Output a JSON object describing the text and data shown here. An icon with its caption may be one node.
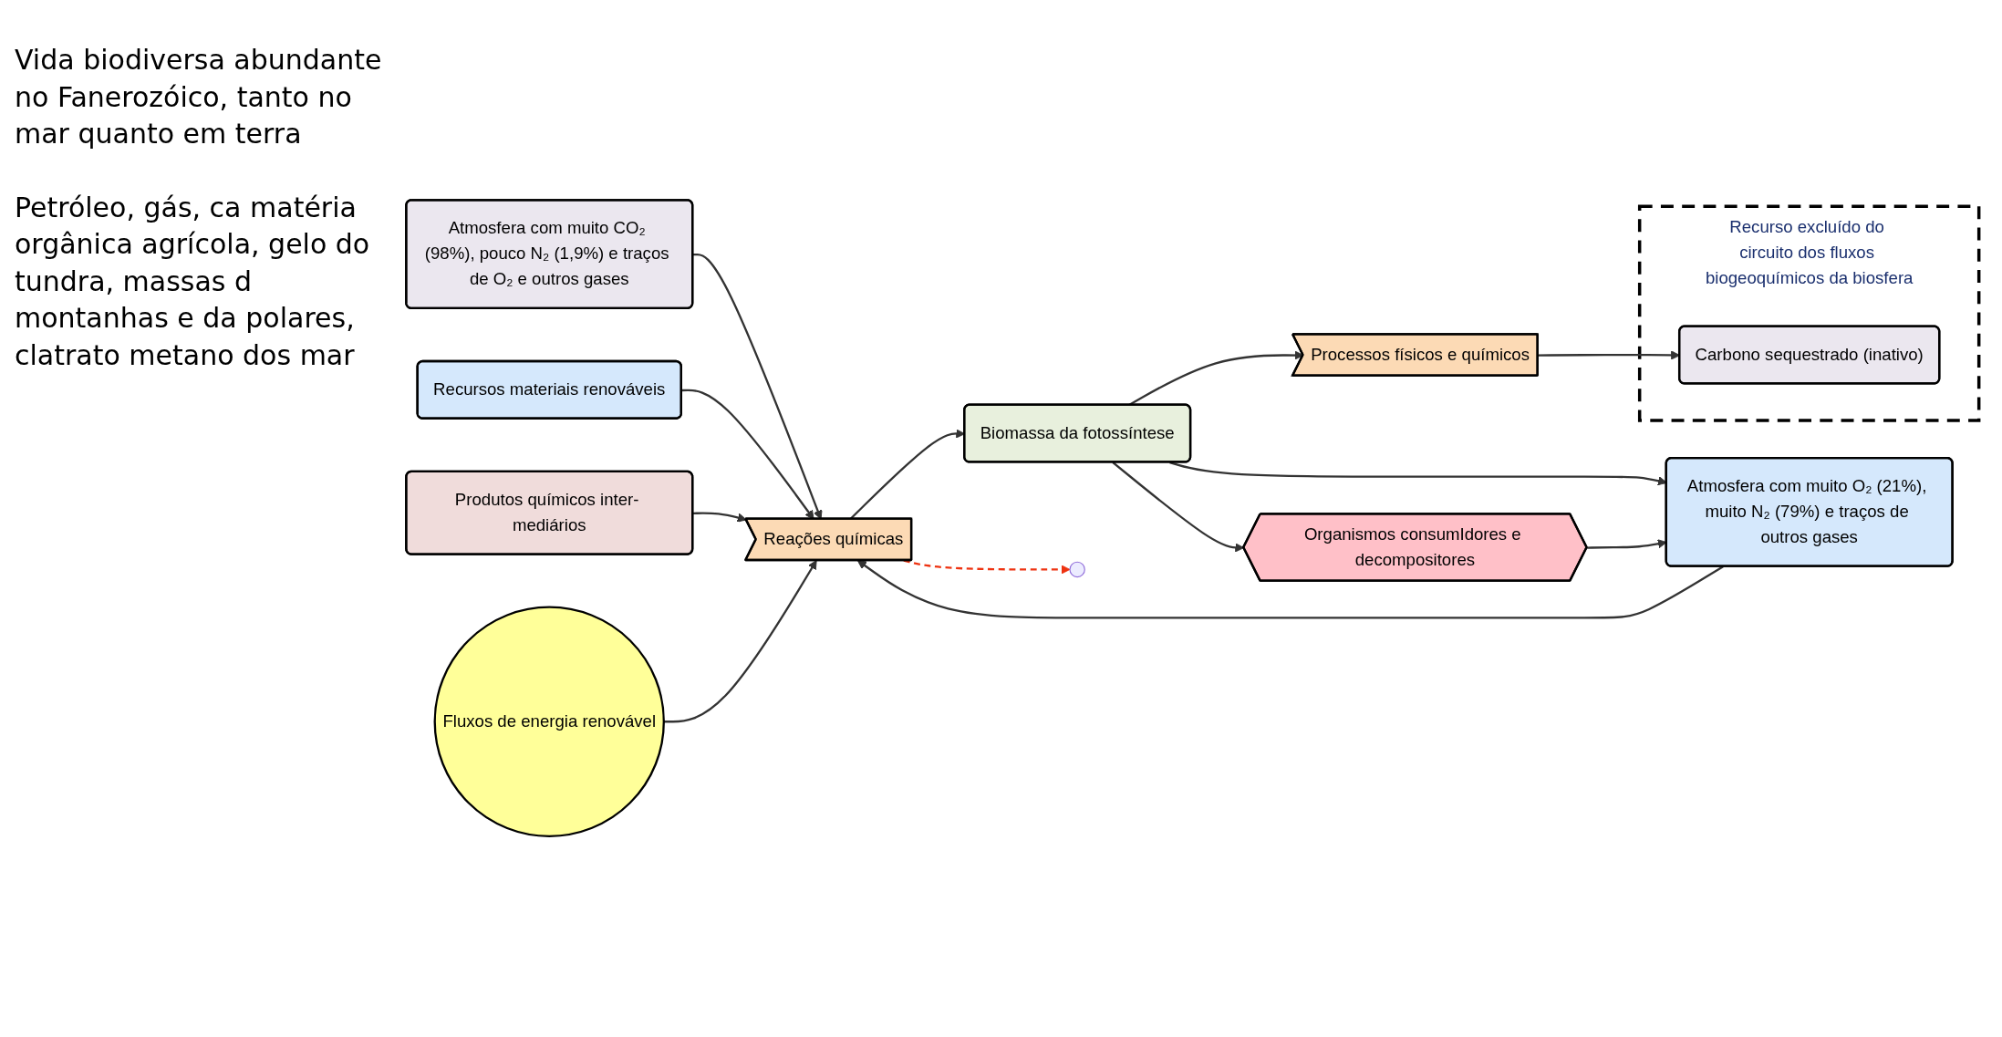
{
  "diagram": {
    "nodes": [
      {
        "text": [
          "Atmosfera com muito CO₂ (98%), pouco N₂ (1,9%) e traços de O₂ e outros gases"
        ]
      },
      {
        "text": [
          "Recursos materiais renováveis"
        ]
      },
      {
        "text": [
          "Atmosfera com muito O₂ (21%), muito N₂ (79%) e traços de outros gases"
        ]
      },
      {
        "text": [
          "Organismos consumIdores e decompositores"
        ]
      },
      {
        "text": [
          "Produtos químicos inter- mediários"
        ]
      },
      {
        "text": [
          "Biomassa da fotossíntese"
        ]
      },
      {
        "text": [
          "Fluxos de energia renovável"
        ]
      },
      {
        "text": [
          "Reações químicas"
        ]
      },
      {
        "text": [
          "Processos físicos e químicos"
        ]
      },
      {
        "text": [
          "Recurso excluído do circuito dos fluxos biogeoquímicos da biosfera"
        ]
      },
      {
        "text": [
          "Carbono sequestrado (inativo)"
        ],
        "in": 9
      },
      {
        "text": [],
        "shape": "ground"
      }
    ],
    "edges": [
      {
        "from": 0,
        "to": 7,
        "arrow": "to"
      },
      {
        "from": 1,
        "to": 7,
        "arrow": "to"
      },
      {
        "from": 2,
        "to": 7,
        "arrow": "to"
      },
      {
        "from": 4,
        "to": 7,
        "arrow": "to"
      },
      {
        "from": 6,
        "to": 7,
        "arrow": "to"
      },
      {
        "from": 7,
        "to": 5,
        "arrow": "to"
      },
      {
        "from": 5,
        "to": 2,
        "arrow": "to"
      },
      {
        "from": 5,
        "to": 3,
        "arrow": "to"
      },
      {
        "from": 3,
        "to": 2,
        "arrow": "to"
      },
      {
        "from": 5,
        "to": 8,
        "arrow": "to"
      },
      {
        "from": 8,
        "to": 10,
        "arrow": "to"
      },
      {
        "from": 7,
        "to": 11,
        "arrow": "to",
        "style": "dashed",
        "color": "#ee3311"
      }
    ],
    "labels": [
      "Vida biodiversa abundante no Fanerozóico, tanto no mar quanto em terra",
      "Petróleo, gás, ca matéria orgânica agrícola, gelo do tundra, massas d montanhas e da polares, clatrato metano dos mar"
    ]
  }
}
